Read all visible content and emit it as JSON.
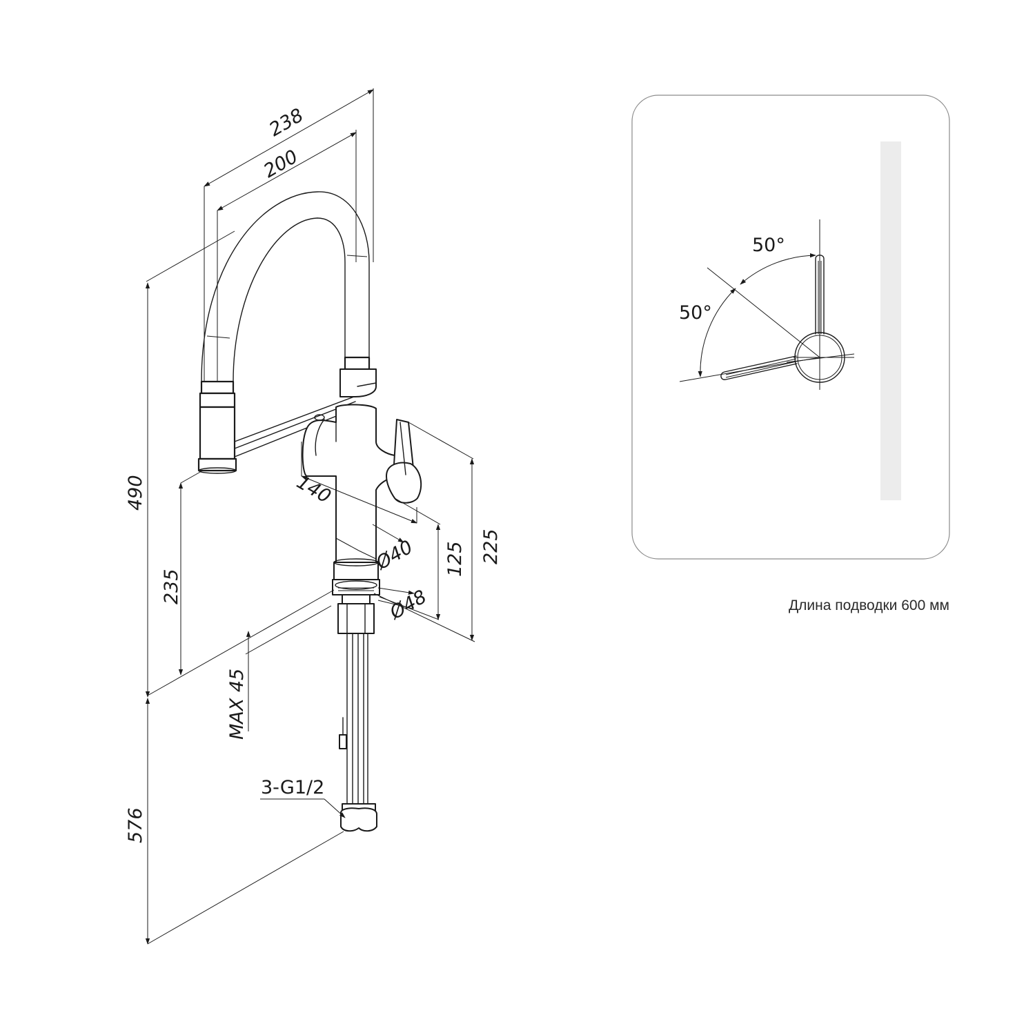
{
  "dimensions": {
    "width_total": "238",
    "width_spout": "200",
    "height_total": "490",
    "height_outlet": "235",
    "below_deck": "576",
    "lever_reach": "140",
    "diameter_body": "Ø40",
    "diameter_base": "Ø48",
    "lever_height": "125",
    "body_height": "225",
    "max_deck": "MAX 45",
    "connection": "3-G1/2"
  },
  "rotation": {
    "angle_top": "50°",
    "angle_left": "50°"
  },
  "note": "Длина подводки 600 мм"
}
